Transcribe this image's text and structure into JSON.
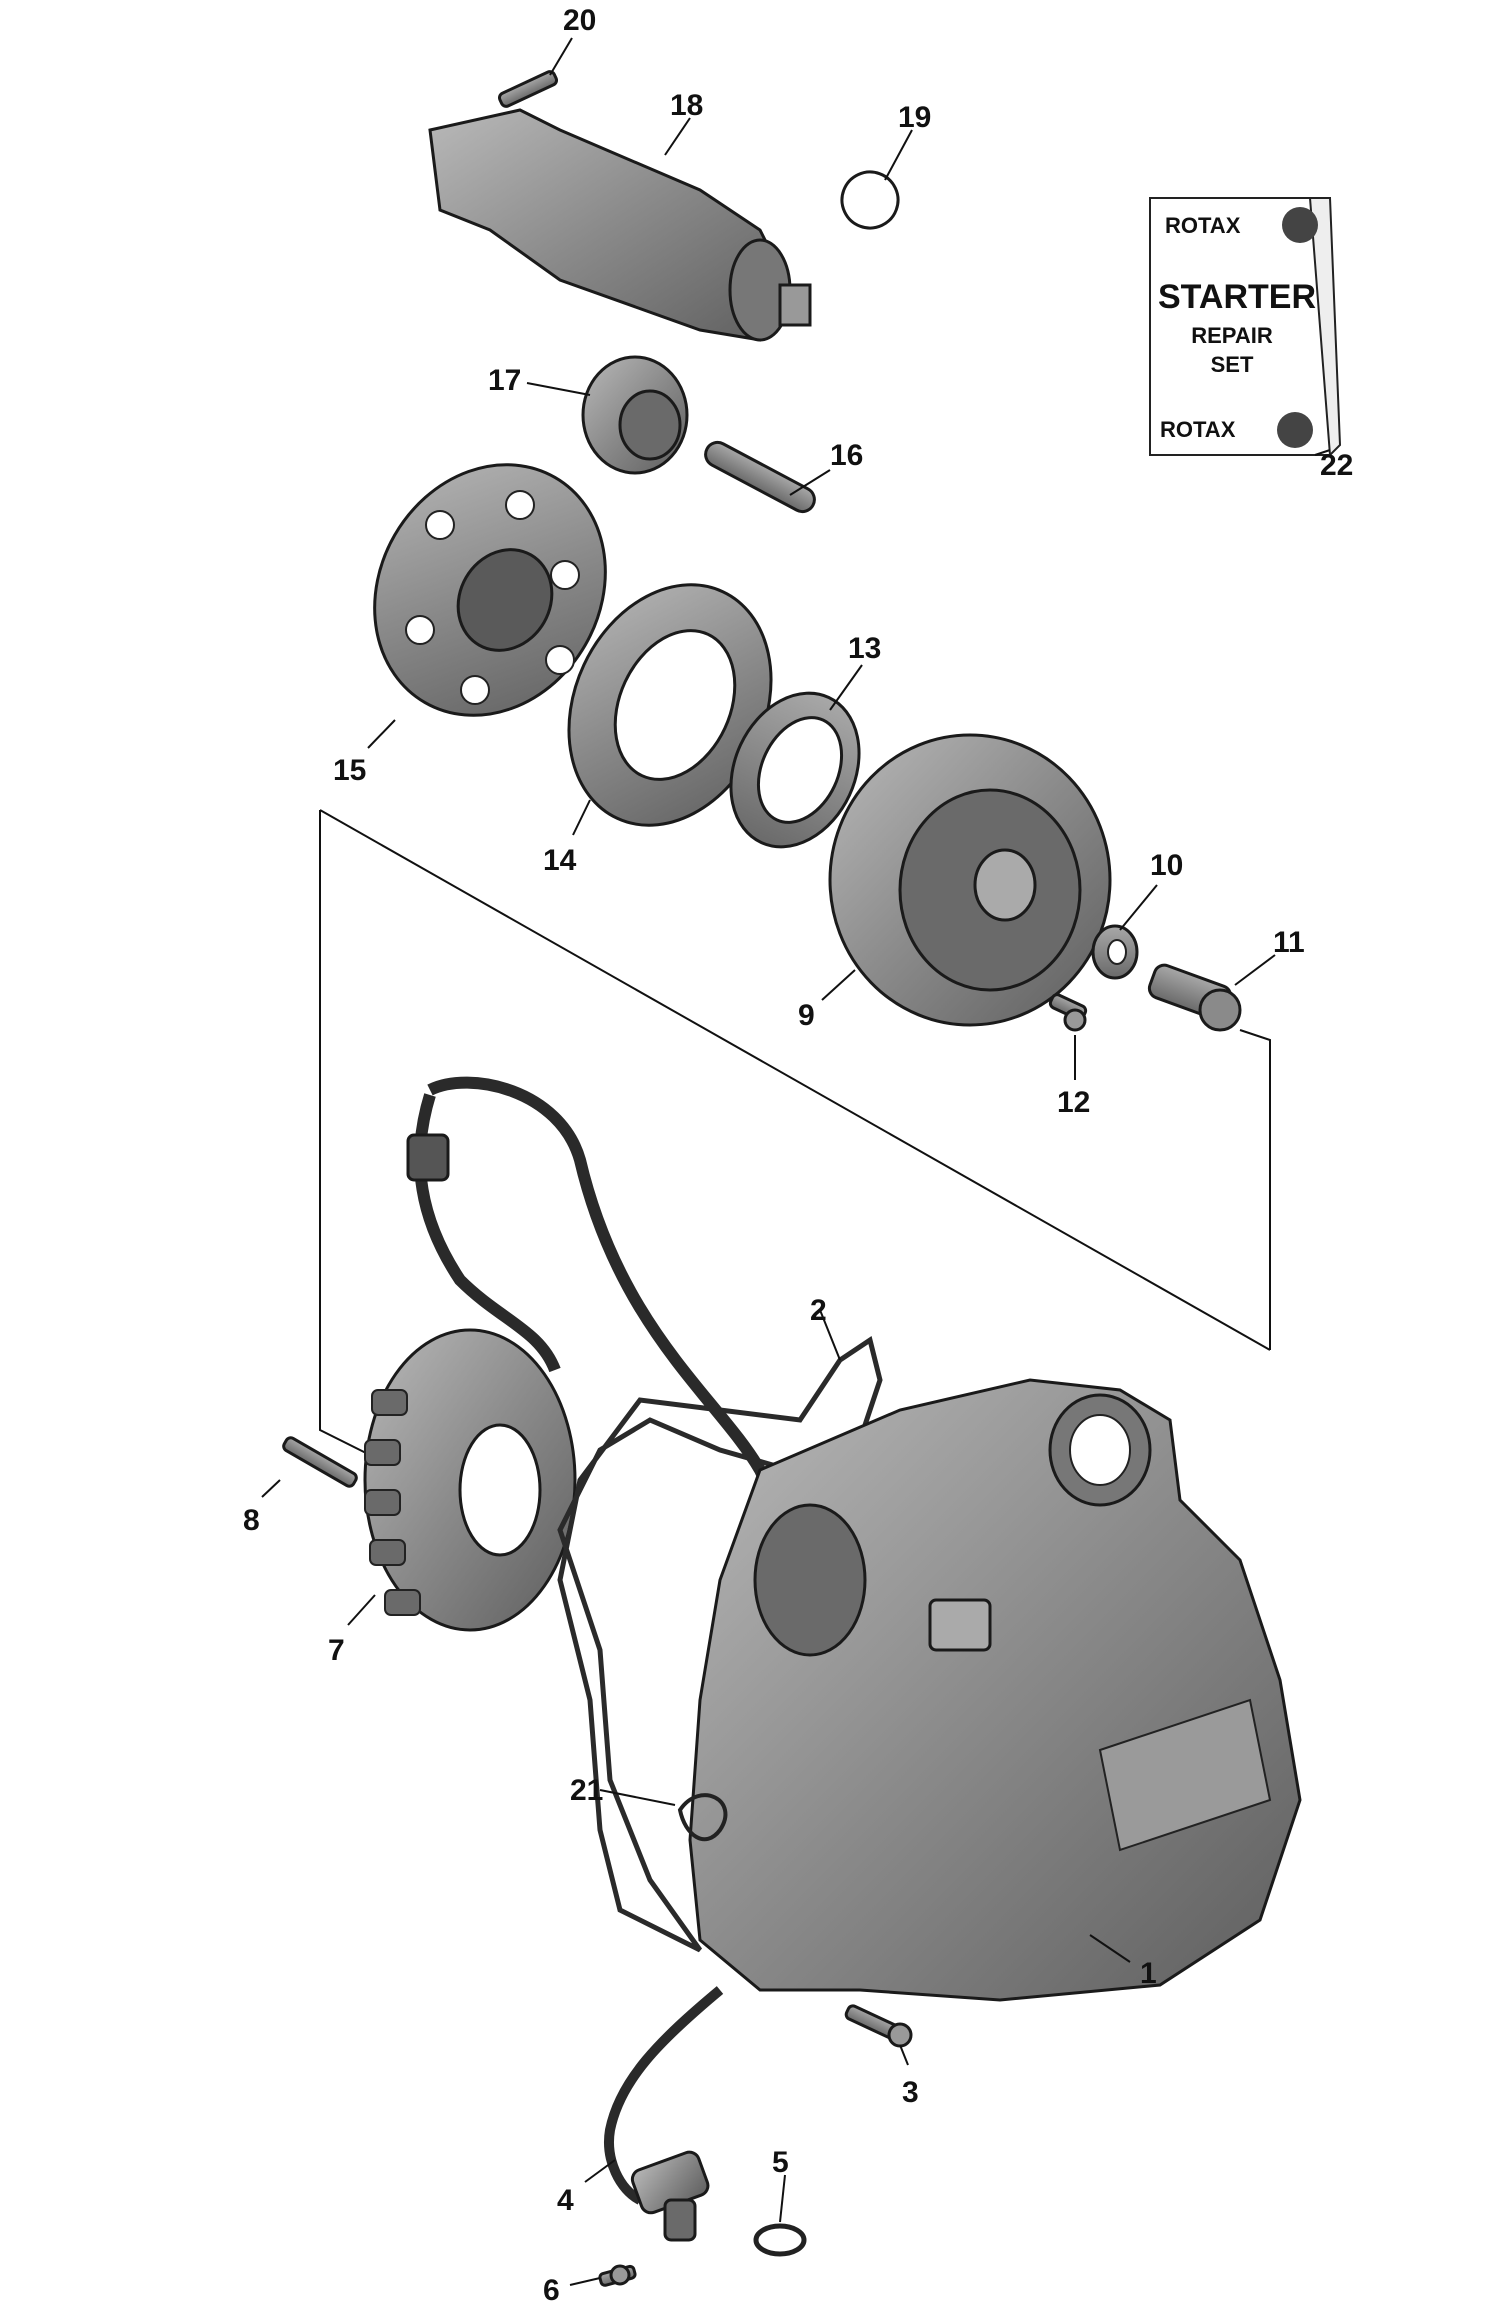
{
  "callouts": [
    {
      "id": "1",
      "label": "1"
    },
    {
      "id": "2",
      "label": "2"
    },
    {
      "id": "3",
      "label": "3"
    },
    {
      "id": "4",
      "label": "4"
    },
    {
      "id": "5",
      "label": "5"
    },
    {
      "id": "6",
      "label": "6"
    },
    {
      "id": "7",
      "label": "7"
    },
    {
      "id": "8",
      "label": "8"
    },
    {
      "id": "9",
      "label": "9"
    },
    {
      "id": "10",
      "label": "10"
    },
    {
      "id": "11",
      "label": "11"
    },
    {
      "id": "12",
      "label": "12"
    },
    {
      "id": "13",
      "label": "13"
    },
    {
      "id": "14",
      "label": "14"
    },
    {
      "id": "15",
      "label": "15"
    },
    {
      "id": "16",
      "label": "16"
    },
    {
      "id": "17",
      "label": "17"
    },
    {
      "id": "18",
      "label": "18"
    },
    {
      "id": "19",
      "label": "19"
    },
    {
      "id": "20",
      "label": "20"
    },
    {
      "id": "21",
      "label": "21"
    },
    {
      "id": "22",
      "label": "22"
    }
  ],
  "kit_card": {
    "brand_top": "ROTAX",
    "title": "STARTER",
    "line2": "REPAIR",
    "line3": "SET",
    "brand_bottom": "ROTAX"
  },
  "colors": {
    "part_fill": "#8e8e8e",
    "part_dark": "#5a5a5a",
    "part_light": "#b8b8b8",
    "line": "#111111",
    "background": "#ffffff"
  }
}
